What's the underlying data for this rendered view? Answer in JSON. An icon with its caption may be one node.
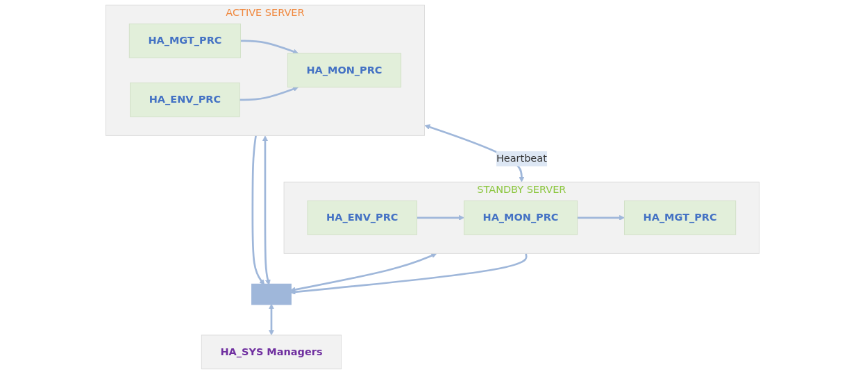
{
  "diagram": {
    "nodes": [
      {
        "text": [
          "ACTIVE SERVER"
        ]
      },
      {
        "text": [
          "HA_MGT_PRC"
        ],
        "in": 0
      },
      {
        "text": [
          "HA_MON_PRC"
        ],
        "in": 0
      },
      {
        "text": [
          "HA_ENV_PRC"
        ],
        "in": 0
      },
      {
        "text": [
          "STANDBY SERVER"
        ]
      },
      {
        "text": [
          "HA_MON_PRC"
        ],
        "in": 4
      },
      {
        "text": [
          "HA_ENV_PRC"
        ],
        "in": 4
      },
      {
        "text": [
          "HA_MGT_PRC"
        ],
        "in": 4
      },
      {
        "text": [],
        "shape": "bar"
      },
      {
        "text": [
          "HA_SYS Managers"
        ]
      }
    ],
    "edges": [
      {
        "from": 1,
        "to": 2,
        "arrow": "to"
      },
      {
        "from": 3,
        "to": 2,
        "arrow": "to"
      },
      {
        "from": 0,
        "to": 4,
        "arrow": "both",
        "label": "Heartbeat"
      },
      {
        "from": 5,
        "to": 7,
        "arrow": "to"
      },
      {
        "from": 6,
        "to": 5,
        "arrow": "to"
      },
      {
        "from": 0,
        "to": 8,
        "arrow": "to"
      },
      {
        "from": 0,
        "to": 8,
        "arrow": "both"
      },
      {
        "from": 4,
        "to": 8,
        "arrow": "both"
      },
      {
        "from": 4,
        "to": 8,
        "arrow": "to"
      },
      {
        "from": 8,
        "to": 9,
        "arrow": "both"
      }
    ]
  }
}
